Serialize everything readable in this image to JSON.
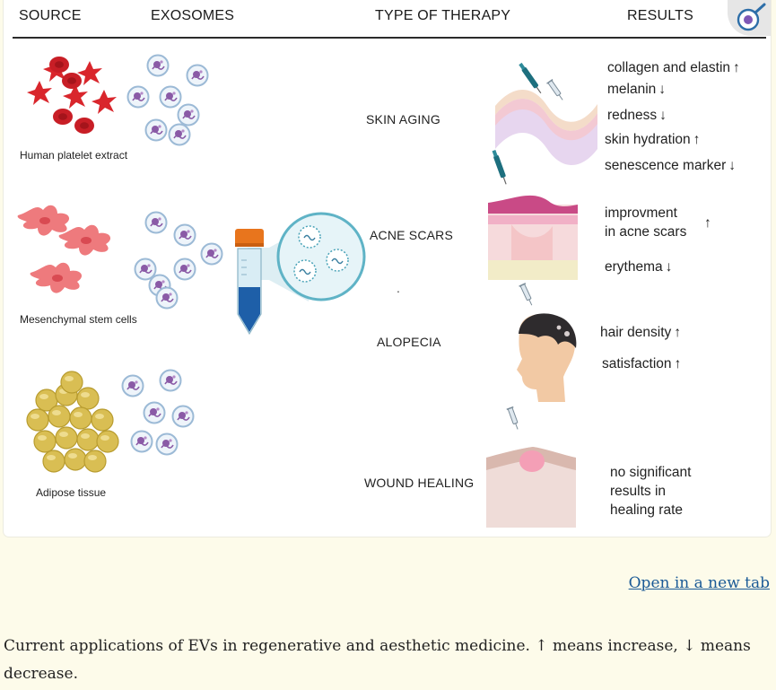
{
  "figure": {
    "headers": {
      "source": "SOURCE",
      "exosomes": "EXOSOMES",
      "therapy": "TYPE OF THERAPY",
      "results": "RESULTS"
    },
    "sources": [
      "Human platelet extract",
      "Mesenchymal stem cells",
      "Adipose tissue"
    ],
    "therapies": [
      "SKIN AGING",
      "ACNE SCARS",
      "ALOPECIA",
      "WOUND HEALING"
    ],
    "results": {
      "skin_aging": [
        {
          "text": "collagen and elastin",
          "arrow": "↑"
        },
        {
          "text": "melanin",
          "arrow": "↓"
        },
        {
          "text": "redness",
          "arrow": "↓"
        },
        {
          "text": "skin hydration",
          "arrow": "↑"
        },
        {
          "text": "senescence marker",
          "arrow": "↓"
        }
      ],
      "acne_scars": {
        "line1": "improvment",
        "line2": "in acne scars",
        "arrow1": "↑",
        "erythema": "erythema",
        "arrow2": "↓"
      },
      "alopecia": [
        {
          "text": "hair density",
          "arrow": "↑"
        },
        {
          "text": "satisfaction",
          "arrow": "↑"
        }
      ],
      "wound_healing": [
        "no significant",
        "results in",
        "healing rate"
      ]
    },
    "dot": "."
  },
  "link": {
    "open_new_tab": "Open in a new tab"
  },
  "caption": "Current applications of EVs in regenerative and aesthetic medicine. ↑ means increase, ↓ means decrease.",
  "colors": {
    "platelet": "#d9262c",
    "stem_cell": "#ee6f73",
    "adipose": "#dcc25a",
    "exosome_ring": "#9cbad6",
    "exosome_cargo": "#8a5aa6",
    "skin_pink": "#f3c9d3",
    "link": "#1a5a96",
    "background": "#fdfbea"
  }
}
